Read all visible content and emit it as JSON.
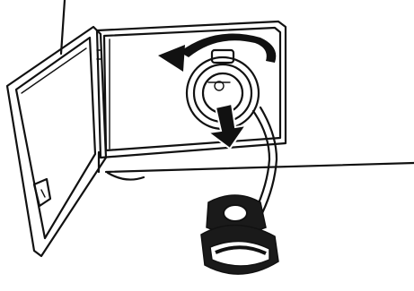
{
  "figure": {
    "subject": "washing-machine-drain-pump-filter",
    "colors": {
      "line": "#111111",
      "background": "#ffffff",
      "filter_cap": "#1a1a1a"
    },
    "icons": [
      "rotate-counterclockwise-arrow-icon",
      "pull-out-arrow-icon",
      "drain-hose",
      "filter-cap"
    ]
  }
}
